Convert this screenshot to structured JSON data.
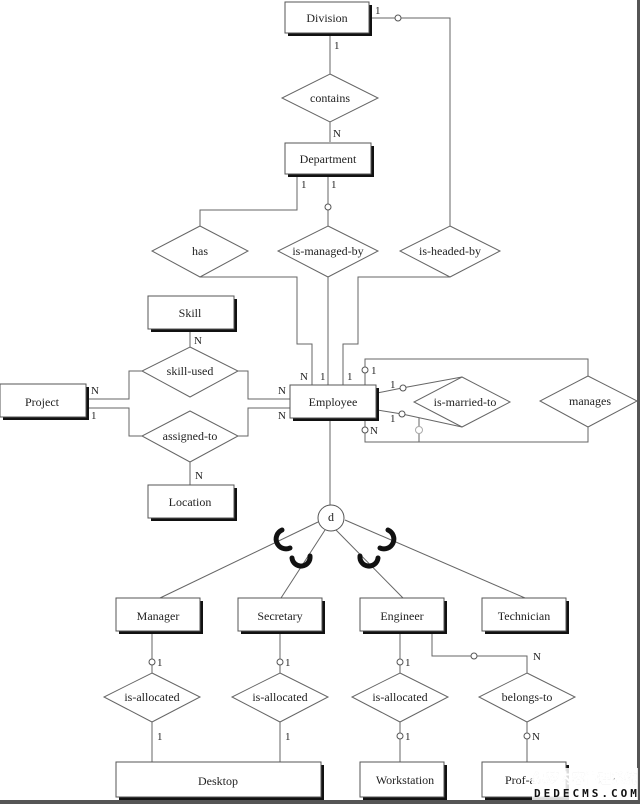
{
  "diagram": {
    "type": "EER diagram",
    "entities": {
      "division": "Division",
      "department": "Department",
      "skill": "Skill",
      "project": "Project",
      "employee": "Employee",
      "location": "Location",
      "manager": "Manager",
      "secretary": "Secretary",
      "engineer": "Engineer",
      "technician": "Technician",
      "desktop": "Desktop",
      "workstation": "Workstation",
      "prof_a": "Prof-a"
    },
    "relationships": {
      "contains": "contains",
      "has": "has",
      "is_managed_by": "is-managed-by",
      "is_headed_by": "is-headed-by",
      "skill_used": "skill-used",
      "assigned_to": "assigned-to",
      "is_married_to": "is-married-to",
      "manages": "manages",
      "is_allocated_manager": "is-allocated",
      "is_allocated_secretary": "is-allocated",
      "is_allocated_engineer": "is-allocated",
      "belongs_to": "belongs-to"
    },
    "specialization": {
      "symbol": "d"
    },
    "cardinalities": {
      "division_headed": "1",
      "division_contains": "1",
      "department_contains": "N",
      "department_has": "1",
      "department_managed": "1",
      "skill_skillused": "N",
      "project_skillused": "N",
      "project_assigned": "1",
      "employee_skillused": "N",
      "employee_assigned": "N",
      "employee_has": "N",
      "employee_managed": "1",
      "employee_headed": "1",
      "employee_manages_1": "1",
      "employee_married_1": "1",
      "employee_married_2": "1",
      "employee_manages_n": "N",
      "location_assigned": "N",
      "manager_alloc": "1",
      "desktop_manager_alloc": "1",
      "secretary_alloc": "1",
      "desktop_secretary_alloc": "1",
      "engineer_alloc": "1",
      "workstation_alloc": "1",
      "engineer_belongs": "N",
      "profa_belongs": "N"
    }
  },
  "watermark": {
    "line1": "织梦内容管理系统",
    "line2": "DEDECMS.COM"
  }
}
